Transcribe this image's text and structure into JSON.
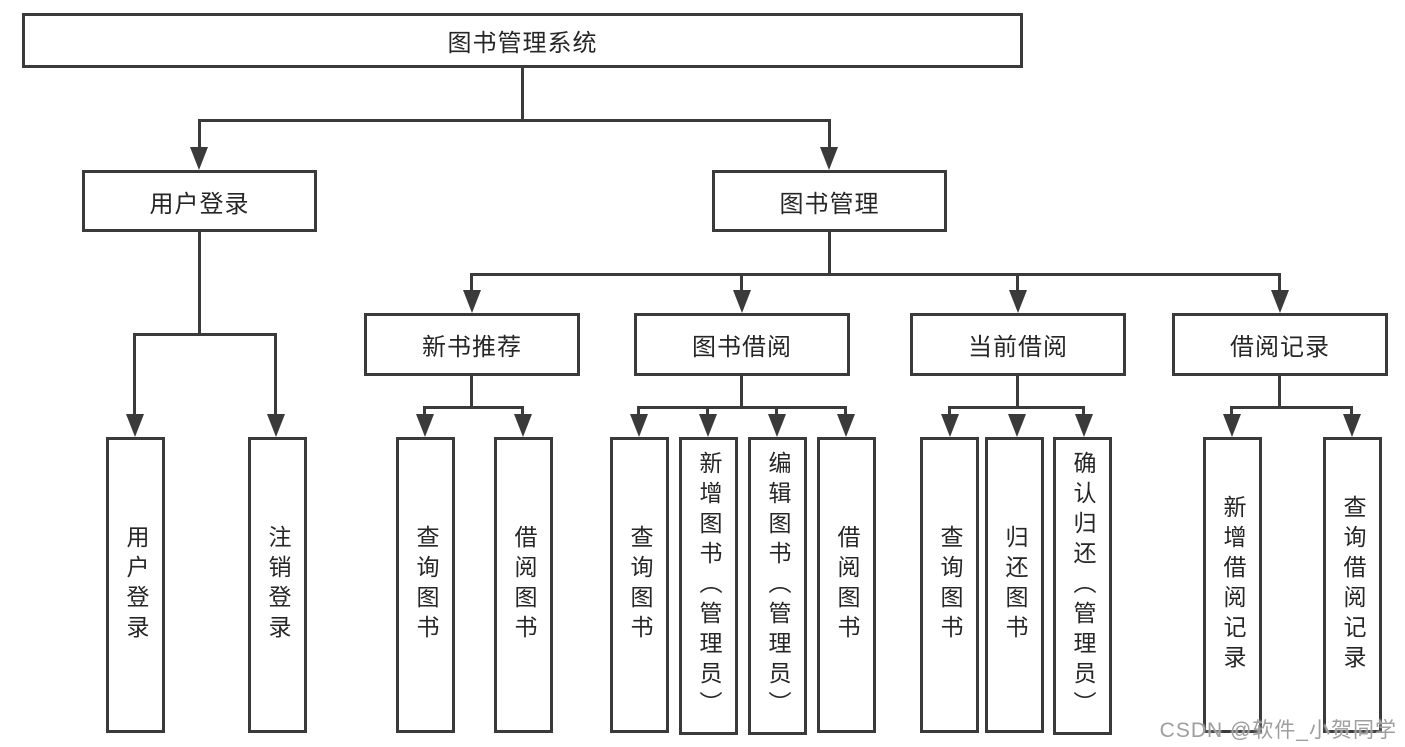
{
  "diagram": {
    "root": {
      "label": "图书管理系统"
    },
    "level2": [
      {
        "label": "用户登录"
      },
      {
        "label": "图书管理"
      }
    ],
    "level3": [
      {
        "label": "新书推荐"
      },
      {
        "label": "图书借阅"
      },
      {
        "label": "当前借阅"
      },
      {
        "label": "借阅记录"
      }
    ],
    "leaves": [
      {
        "label": "用户登录"
      },
      {
        "label": "注销登录"
      },
      {
        "label": "查询图书"
      },
      {
        "label": "借阅图书"
      },
      {
        "label": "查询图书"
      },
      {
        "label": "新增图书（管理员）"
      },
      {
        "label": "编辑图书（管理员）"
      },
      {
        "label": "借阅图书"
      },
      {
        "label": "查询图书"
      },
      {
        "label": "归还图书"
      },
      {
        "label": "确认归还（管理员）"
      },
      {
        "label": "新增借阅记录"
      },
      {
        "label": "查询借阅记录"
      }
    ],
    "watermark": "CSDN @软件_小贺同学",
    "colors": {
      "line": "#3a3a3a",
      "text": "#262626",
      "watermark": "#9e9e9e",
      "background": "#ffffff"
    }
  }
}
